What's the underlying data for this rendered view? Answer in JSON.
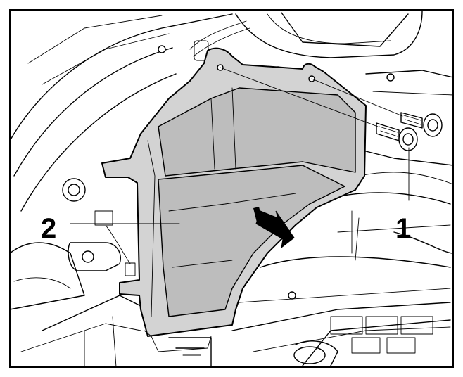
{
  "diagram": {
    "callouts": [
      {
        "id": "1",
        "text": "1"
      },
      {
        "id": "2",
        "text": "2"
      }
    ],
    "colors": {
      "part_fill": "#d3d3d3",
      "part_shade": "#bdbdbd",
      "line": "#000000",
      "background": "#ffffff"
    },
    "icons": [
      "direction-arrow-icon",
      "bolt-icon"
    ]
  }
}
